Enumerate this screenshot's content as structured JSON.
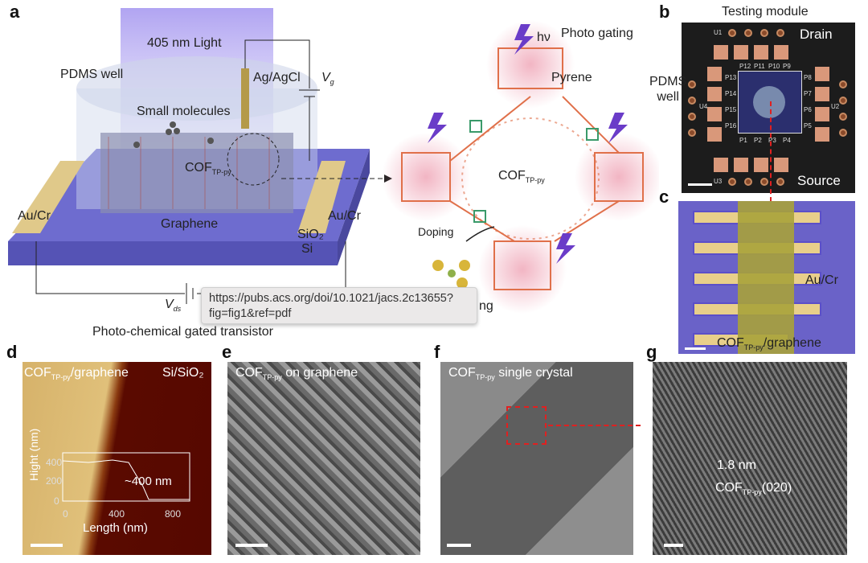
{
  "panel_labels": {
    "a": "a",
    "b": "b",
    "c": "c",
    "d": "d",
    "e": "e",
    "f": "f",
    "g": "g"
  },
  "panel_a": {
    "light": "405 nm Light",
    "pdms_well": "PDMS well",
    "ref_electrode": "Ag/AgCl",
    "vg": "V",
    "vg_sub": "g",
    "small_molecules": "Small molecules",
    "cof": "COF",
    "cof_sub": "TP-py",
    "au_cr_left": "Au/Cr",
    "au_cr_right": "Au/Cr",
    "graphene": "Graphene",
    "sio2": "SiO₂",
    "si": "Si",
    "vds": "V",
    "vds_sub": "ds",
    "caption": "Photo-chemical gated transistor",
    "photo_gating": "Photo gating",
    "hv": "hν",
    "pyrene": "Pyrene",
    "cof_center": "COF",
    "cof_center_sub": "TP-py",
    "doping": "Doping",
    "chem_gating_tail": "ng"
  },
  "panel_b": {
    "title": "Testing module",
    "drain": "Drain",
    "pdms_well": "PDMS\nwell",
    "source": "Source",
    "pins_top": [
      "P12",
      "P11",
      "P10",
      "P9"
    ],
    "pins_bottom": [
      "P1",
      "P2",
      "P3",
      "P4"
    ],
    "pins_left": [
      "P13",
      "P14",
      "P15",
      "P16"
    ],
    "pins_right": [
      "P8",
      "P7",
      "P6",
      "P5"
    ],
    "headers": [
      "U1",
      "U2",
      "U3",
      "U4"
    ]
  },
  "panel_c": {
    "au_cr": "Au/Cr",
    "cof": "COF",
    "cof_sub": "TP-py",
    "suffix": "/graphene"
  },
  "panel_d": {
    "cof": "COF",
    "cof_sub": "TP-py",
    "suffix": "/graphene",
    "substrate": "Si/SiO₂",
    "ylabel": "Hight (nm)",
    "xlabel": "Length (nm)",
    "yticks": [
      "0",
      "200",
      "400"
    ],
    "xticks": [
      "0",
      "400",
      "800"
    ],
    "annotation": "~400 nm"
  },
  "panel_e": {
    "cof": "COF",
    "cof_sub": "TP-py",
    "suffix": " on graphene"
  },
  "panel_f": {
    "cof": "COF",
    "cof_sub": "TP-py",
    "suffix": " single crystal"
  },
  "panel_g": {
    "spacing": "1.8 nm",
    "cof": "COF",
    "cof_sub": "TP-py",
    "suffix": "(020)"
  },
  "tooltip": {
    "line1": "https://pubs.acs.org/doi/10.1021/jacs.2c13655?",
    "line2": "fig=fig1&ref=pdf"
  }
}
